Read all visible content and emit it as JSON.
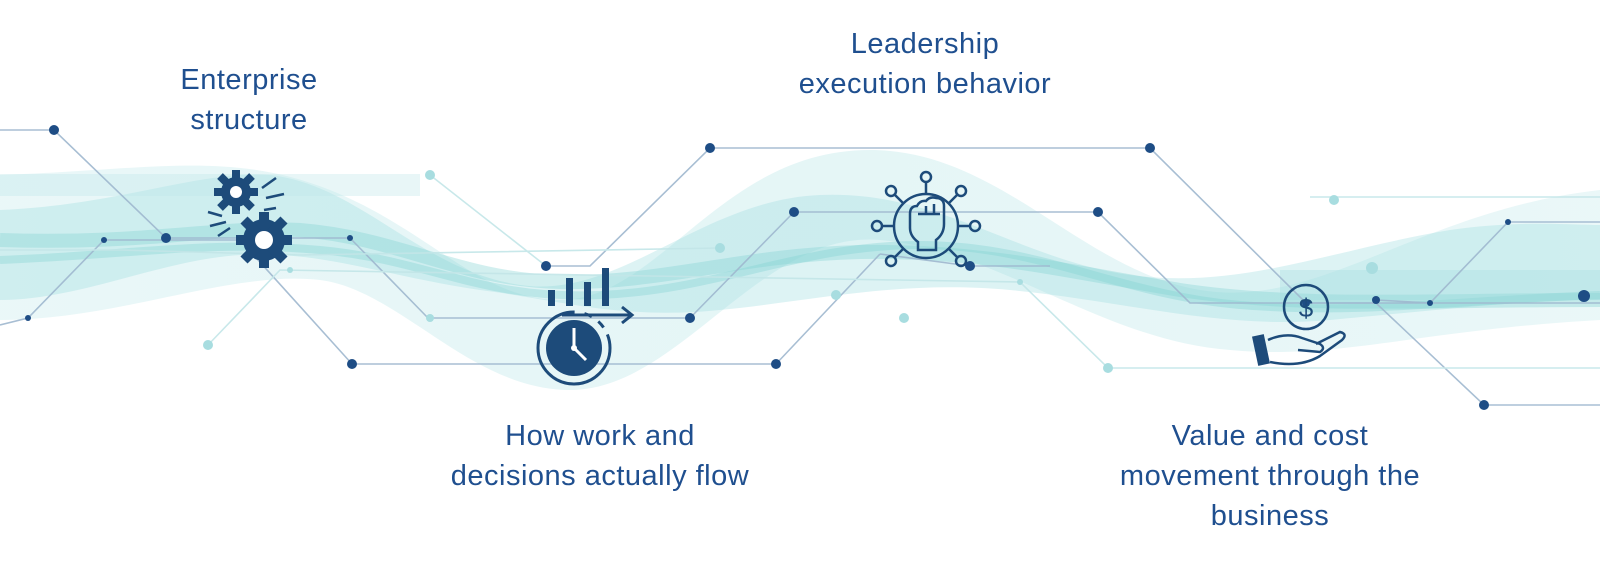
{
  "stages": [
    {
      "id": "enterprise",
      "icon": "gears-icon",
      "lines": [
        "Enterprise",
        "structure"
      ]
    },
    {
      "id": "howwork",
      "icon": "clock-chart-icon",
      "lines": [
        "How work and",
        "decisions actually flow"
      ]
    },
    {
      "id": "leadership",
      "icon": "raised-fist-network-icon",
      "lines": [
        "Leadership",
        "execution behavior"
      ]
    },
    {
      "id": "value",
      "icon": "hand-dollar-icon",
      "lines": [
        "Value and cost",
        "movement through the",
        "business"
      ]
    }
  ],
  "colors": {
    "text": "#1f4f8f",
    "icon": "#1d4b7a",
    "node_dark": "#1e4d85",
    "node_light": "#a8dde0",
    "line": "#9fb8cf",
    "wave": "#7fd0d2"
  }
}
